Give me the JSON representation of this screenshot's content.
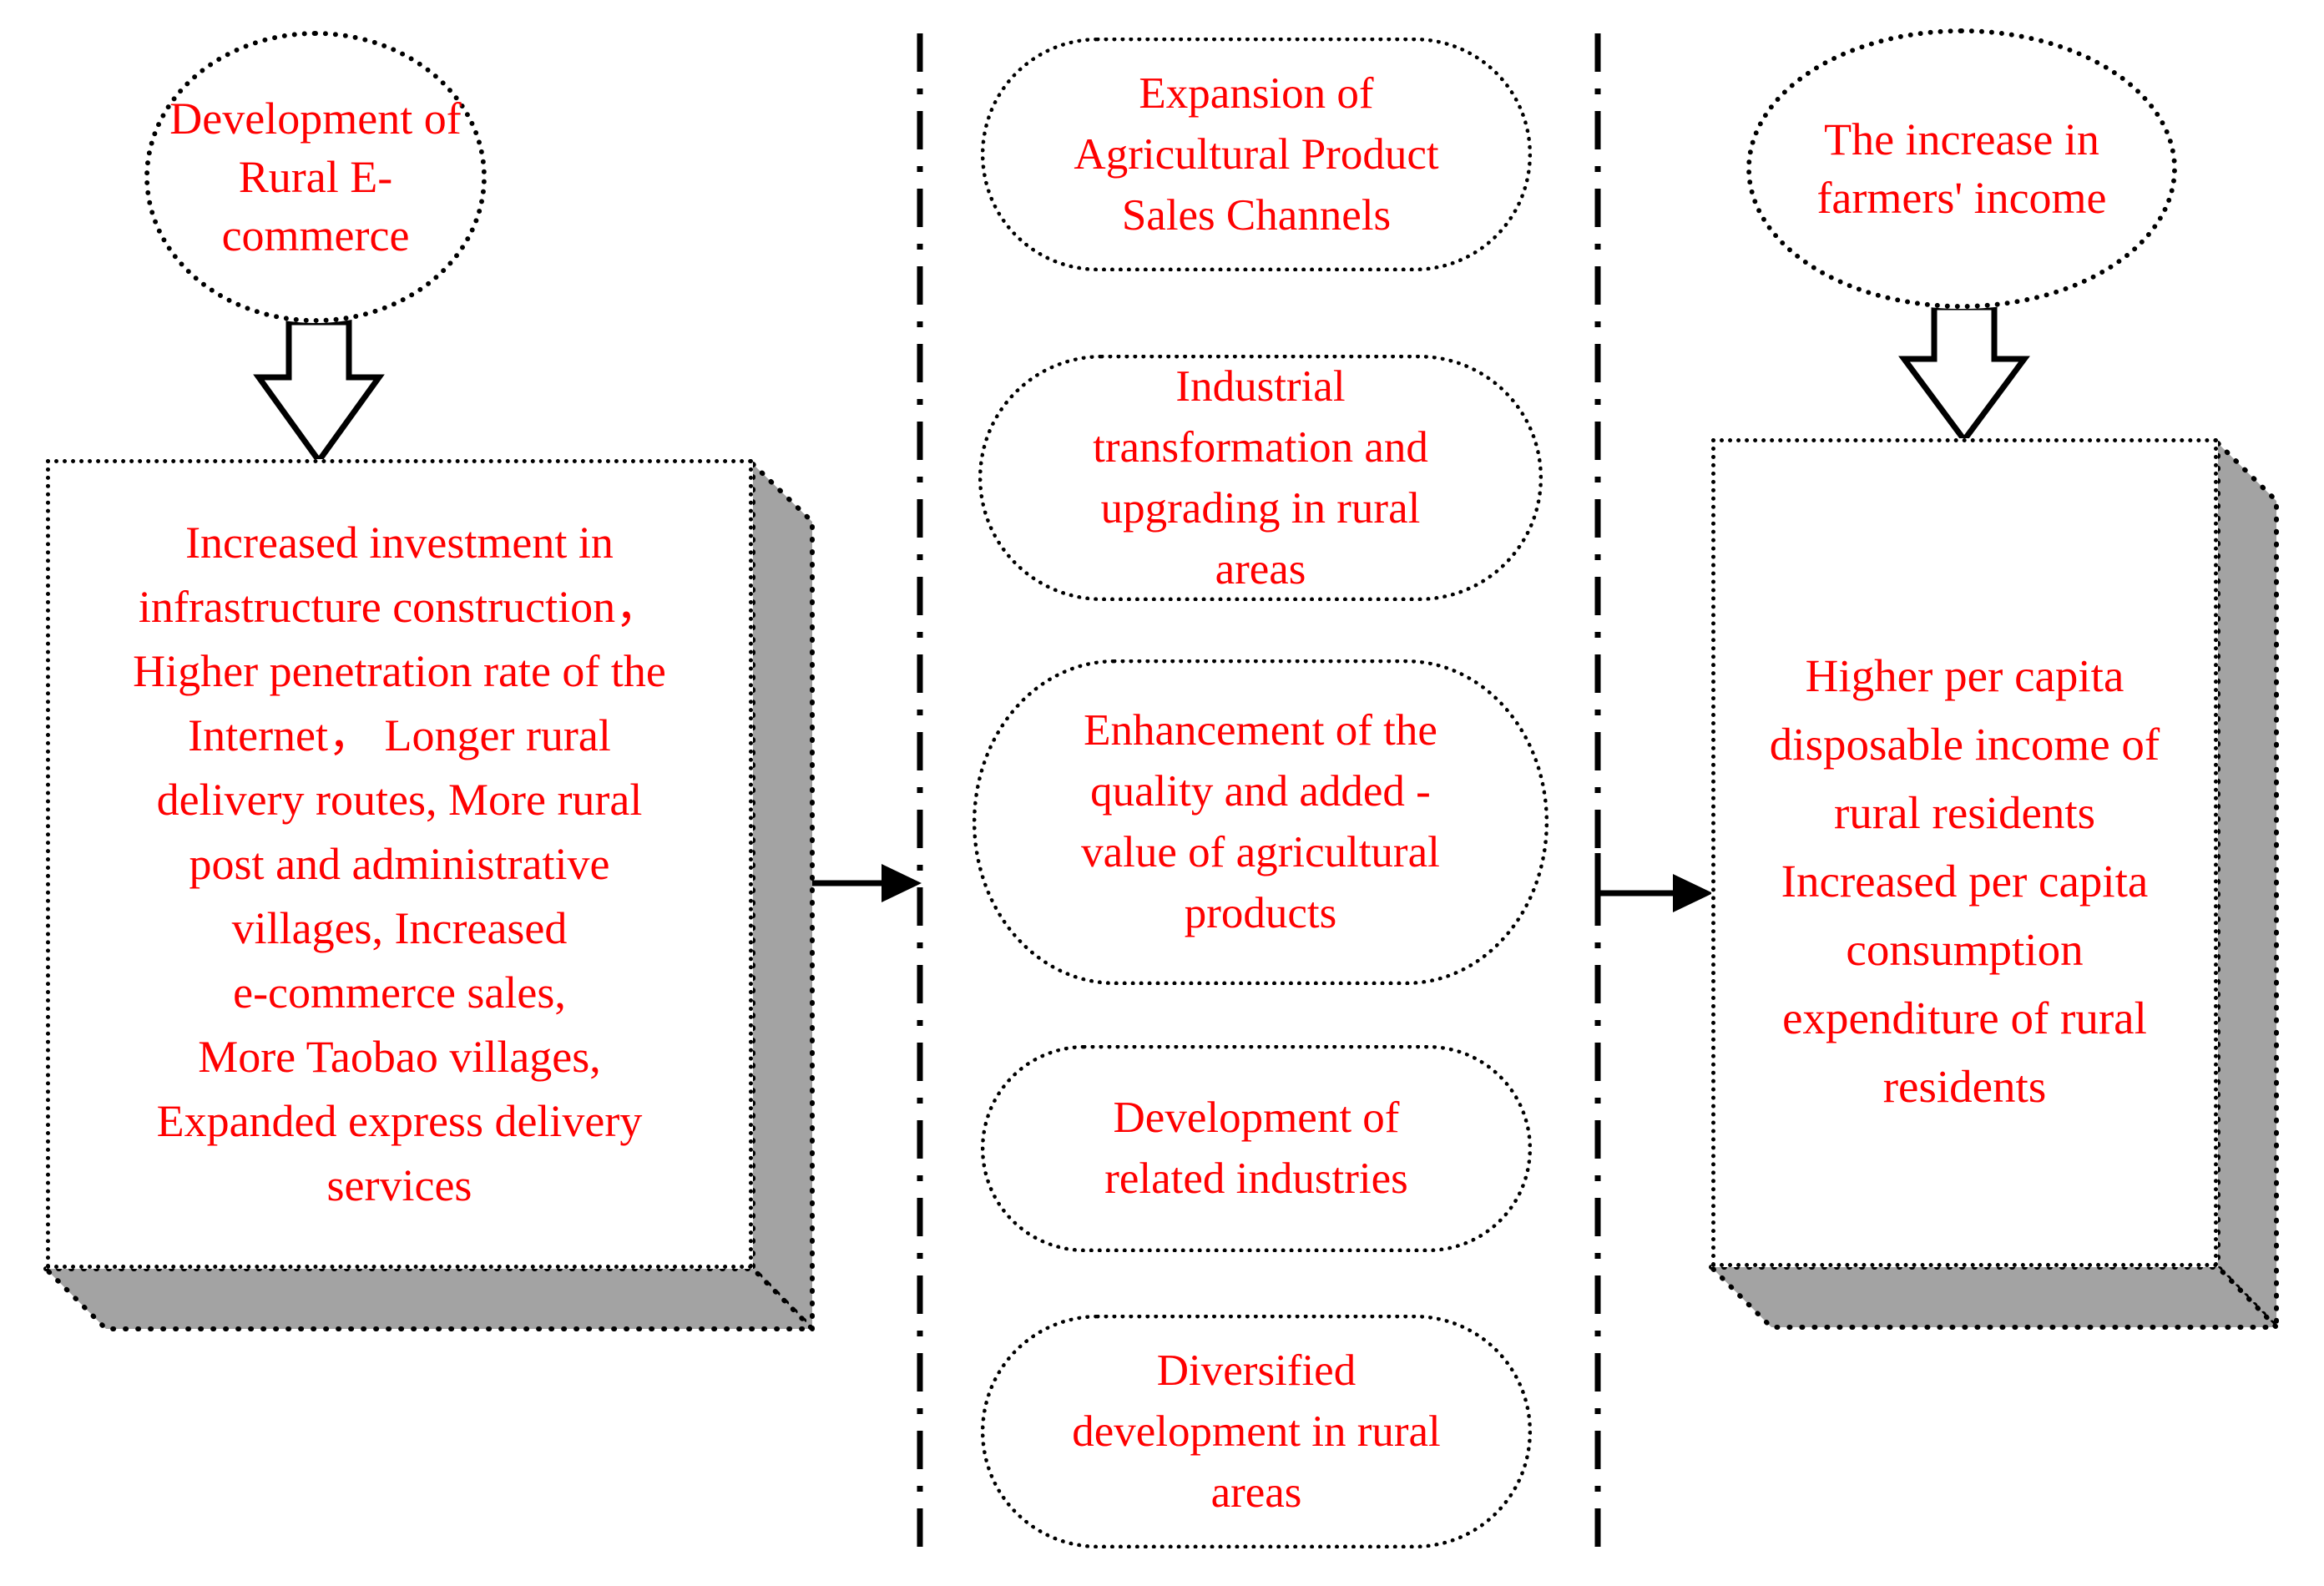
{
  "diagram": {
    "left": {
      "cause_ellipse": "Development of\nRural E-commerce",
      "effect_box": "Increased investment in\ninfrastructure construction，\nHigher penetration rate of the\nInternet， Longer rural\ndelivery routes, More rural\npost and administrative\nvillages, Increased\ne-commerce sales,\nMore Taobao villages,\nExpanded express delivery\nservices"
    },
    "middle": {
      "items": [
        "Expansion of\nAgricultural Product\nSales Channels",
        "Industrial\ntransformation and\nupgrading in rural\nareas",
        "Enhancement of the\nquality and added -\nvalue of agricultural\nproducts",
        "Development of\nrelated industries",
        "Diversified\ndevelopment in rural\nareas"
      ]
    },
    "right": {
      "cause_ellipse": "The increase in\nfarmers' income",
      "effect_box": "Higher per capita\ndisposable income of\nrural residents\nIncreased per capita\nconsumption\nexpenditure of rural\nresidents"
    },
    "colors": {
      "text": "#fe0000",
      "line": "#000000",
      "shadow": "#a3a3a3",
      "background": "#ffffff"
    }
  }
}
